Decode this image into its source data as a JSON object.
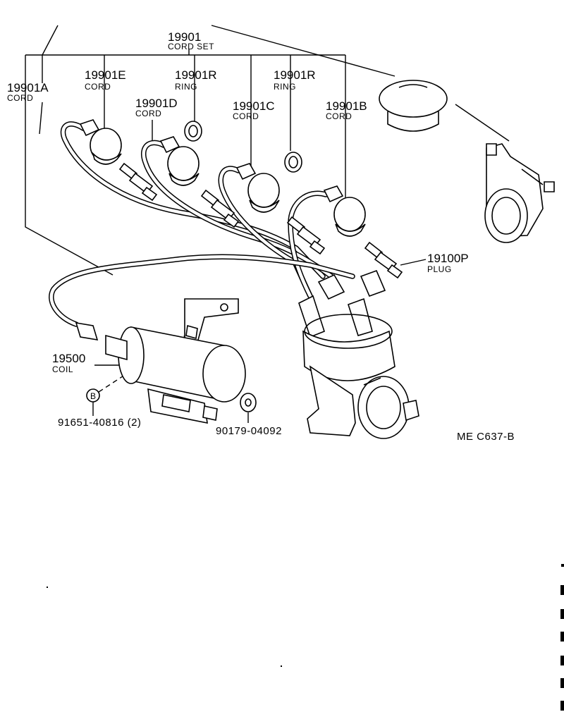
{
  "labels": {
    "cord_set_number": "19901",
    "cord_set_name": "CORD SET",
    "cord_a_number": "19901A",
    "cord_a_name": "CORD",
    "cord_e_number": "19901E",
    "cord_e_name": "CORD",
    "ring_1_number": "19901R",
    "ring_1_name": "RING",
    "ring_2_number": "19901R",
    "ring_2_name": "RING",
    "cord_d_number": "19901D",
    "cord_d_name": "CORD",
    "cord_c_number": "19901C",
    "cord_c_name": "CORD",
    "cord_b_number": "19901B",
    "cord_b_name": "CORD",
    "plug_number": "19100P",
    "plug_name": "PLUG",
    "coil_number": "19500",
    "coil_name": "COIL",
    "bolt_marker": "B",
    "bolt_number": "91651-40816 (2)",
    "nut_number": "90179-04092",
    "figure_code": "ME  C637-B"
  }
}
